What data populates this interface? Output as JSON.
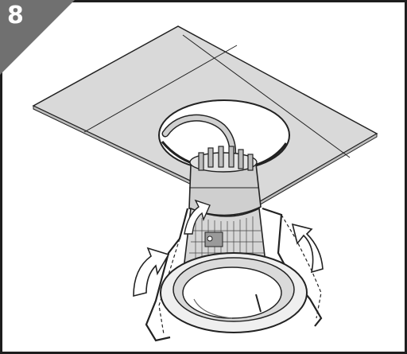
{
  "step": {
    "number": "8"
  },
  "colors": {
    "badge": "#707070",
    "ceiling_fill": "#d9d9d9",
    "cutout_fill": "#ffffff",
    "outline": "#222222",
    "frame": "#1e1e1e",
    "housing_fill": "#cfcfcf",
    "arrow_fill": "#ffffff"
  },
  "icons": {
    "step_badge": "step-badge-triangle",
    "rotation_arrows": "curved-rotation-arrow"
  }
}
